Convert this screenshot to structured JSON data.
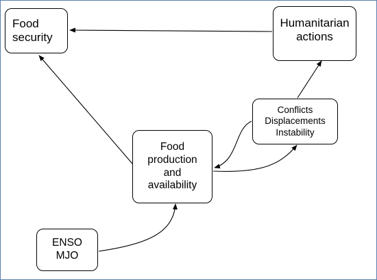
{
  "diagram": {
    "nodes": {
      "food_security": [
        "Food",
        "security"
      ],
      "humanitarian_actions": [
        "Humanitarian",
        "actions"
      ],
      "conflicts": [
        "Conflicts",
        "Displacements",
        "Instability"
      ],
      "food_production": [
        "Food",
        "production",
        "and",
        "availability"
      ],
      "enso_mjo": [
        "ENSO",
        "MJO"
      ]
    },
    "edges": [
      {
        "from": "humanitarian_actions",
        "to": "food_security"
      },
      {
        "from": "food_production",
        "to": "food_security"
      },
      {
        "from": "conflicts",
        "to": "humanitarian_actions"
      },
      {
        "from": "conflicts",
        "to": "food_production"
      },
      {
        "from": "food_production",
        "to": "conflicts"
      },
      {
        "from": "enso_mjo",
        "to": "food_production"
      }
    ],
    "colors": {
      "stroke": "#000000",
      "frame": "#5a7fb0",
      "background": "#ffffff"
    }
  }
}
